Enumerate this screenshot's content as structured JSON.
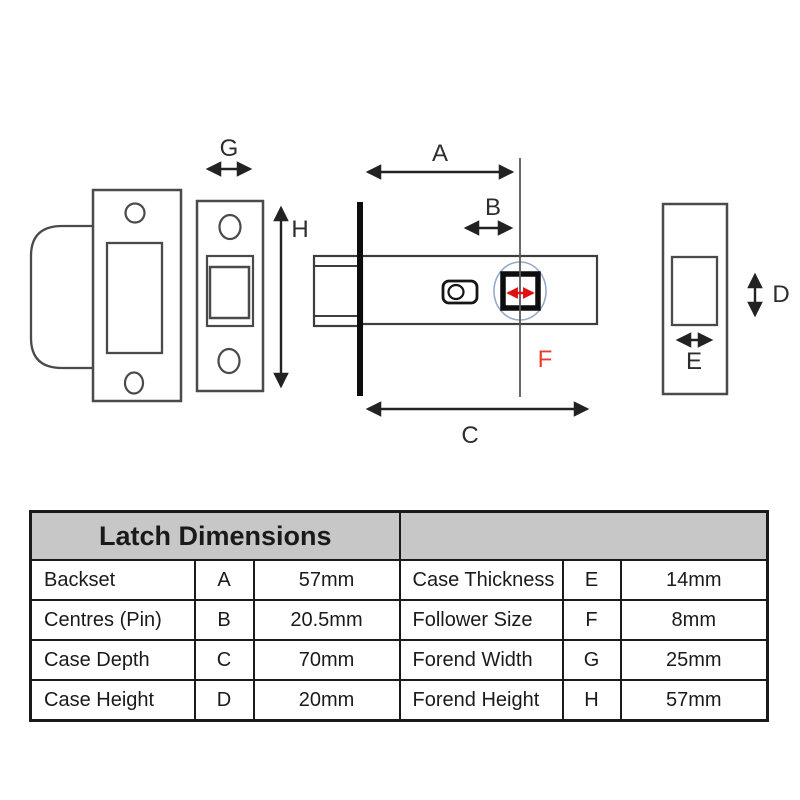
{
  "diagram": {
    "dim_labels": {
      "A": "A",
      "B": "B",
      "C": "C",
      "D": "D",
      "E": "E",
      "F": "F",
      "G": "G",
      "H": "H"
    }
  },
  "table": {
    "title": "Latch Dimensions",
    "left_rows": [
      {
        "name": "Backset",
        "letter": "A",
        "value": "57mm"
      },
      {
        "name": "Centres (Pin)",
        "letter": "B",
        "value": "20.5mm"
      },
      {
        "name": "Case Depth",
        "letter": "C",
        "value": "70mm"
      },
      {
        "name": "Case Height",
        "letter": "D",
        "value": "20mm"
      }
    ],
    "right_rows": [
      {
        "name": "Case Thickness",
        "letter": "E",
        "value": "14mm"
      },
      {
        "name": "Follower Size",
        "letter": "F",
        "value": "8mm"
      },
      {
        "name": "Forend Width",
        "letter": "G",
        "value": "25mm"
      },
      {
        "name": "Forend Height",
        "letter": "H",
        "value": "57mm"
      }
    ]
  },
  "colors": {
    "line": "#4a4a4a",
    "thick_line": "#0d0d0d",
    "arrow": "#222222",
    "accent_red_label": "#e8402f",
    "arrow_red": "#e01010",
    "follower_circle_blue": "#97a9c9",
    "table_header_bg": "#c7c7c7",
    "table_border": "#1a1a1a"
  }
}
